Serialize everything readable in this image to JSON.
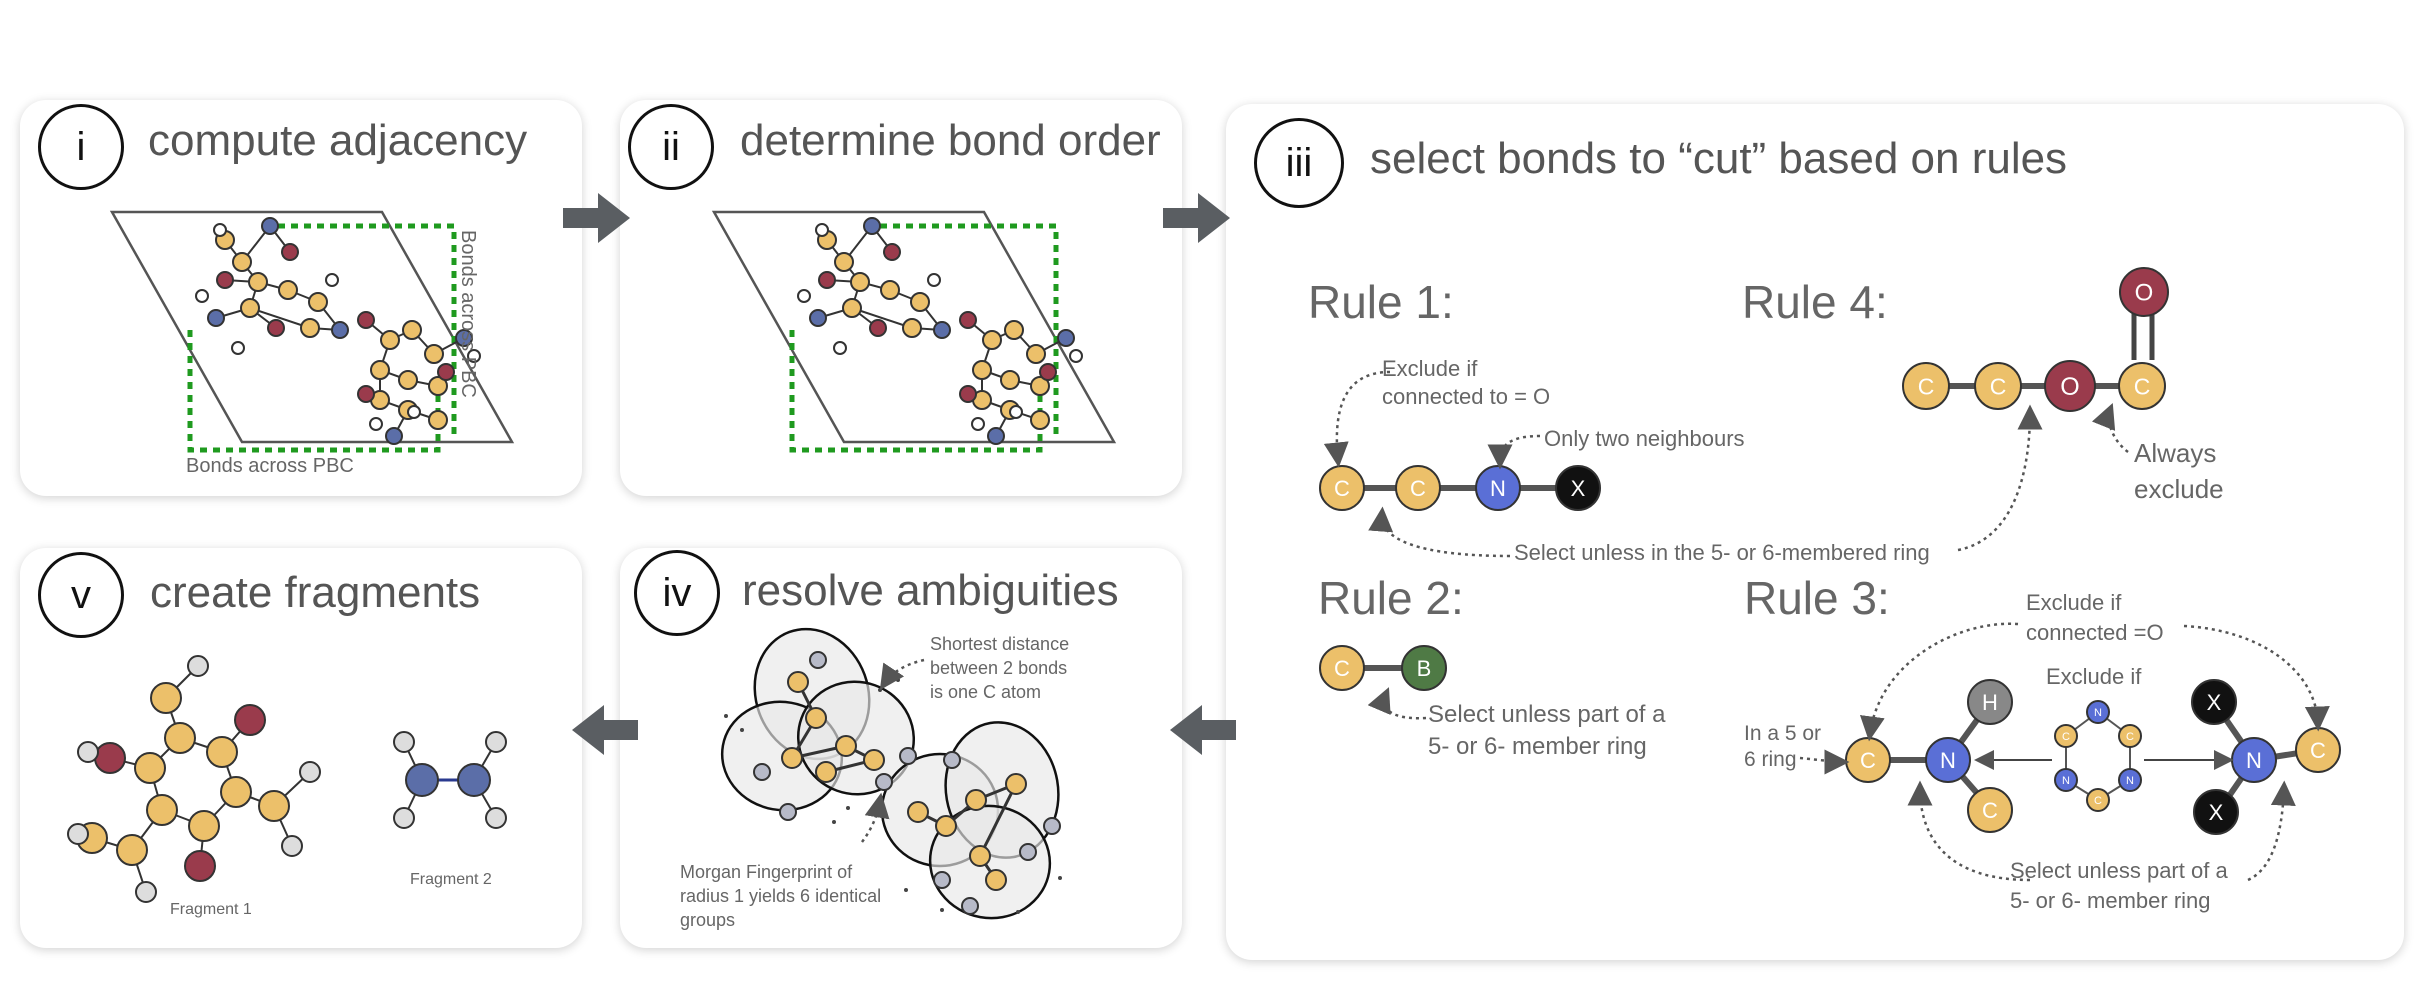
{
  "steps": {
    "i": {
      "num": "i",
      "title": "compute adjacency"
    },
    "ii": {
      "num": "ii",
      "title": "determine bond order"
    },
    "iii": {
      "num": "iii",
      "title": "select bonds to “cut” based on rules"
    },
    "iv": {
      "num": "iv",
      "title": "resolve ambiguities"
    },
    "v": {
      "num": "v",
      "title": "create fragments"
    }
  },
  "pbc": {
    "bottom": "Bonds across PBC",
    "right": "Bonds across PBC"
  },
  "rule1": {
    "title": "Rule 1:",
    "note1": "Exclude if\nconnected to = O",
    "note2": "Only two neighbours",
    "atoms": [
      "C",
      "C",
      "N",
      "X"
    ]
  },
  "rule4": {
    "title": "Rule 4:",
    "atoms": [
      "C",
      "C",
      "O",
      "C",
      "O"
    ],
    "note": "Always\nexclude"
  },
  "shared_note": "Select unless in the 5- or 6-membered ring",
  "rule2": {
    "title": "Rule 2:",
    "atoms": [
      "C",
      "B"
    ],
    "note": "Select unless part of a\n5- or 6- member ring"
  },
  "rule3": {
    "title": "Rule 3:",
    "note_top": "Exclude if\nconnected  =O",
    "note_center": "Exclude if",
    "note_left": "In a 5 or\n6 ring",
    "note_bottom": "Select unless part of a\n5- or 6- member ring",
    "atoms_left": [
      "C",
      "N",
      "H",
      "C"
    ],
    "atoms_right": [
      "X",
      "N",
      "C",
      "X"
    ],
    "ring_atoms": [
      "N",
      "C",
      "N",
      "C",
      "N",
      "C"
    ]
  },
  "ambiguity": {
    "note_top": "Shortest distance\nbetween 2 bonds\nis one C atom",
    "note_bottom": "Morgan Fingerprint of\nradius 1 yields 6 identical\ngroups"
  },
  "fragments": {
    "f1": "Fragment 1",
    "f2": "Fragment 2"
  },
  "colors": {
    "carbon": "#ecc06a",
    "nitrogen": "#5b6ea8",
    "nitrogen_bright": "#5a6fd6",
    "oxygen": "#9a3b4c",
    "boron": "#4f7a45",
    "hydrogen": "#ffffff",
    "hydrogen_grey": "#888888",
    "cut_x": "#111111",
    "pbc_green": "#1f9a1f",
    "arrow": "#5a5e62"
  }
}
